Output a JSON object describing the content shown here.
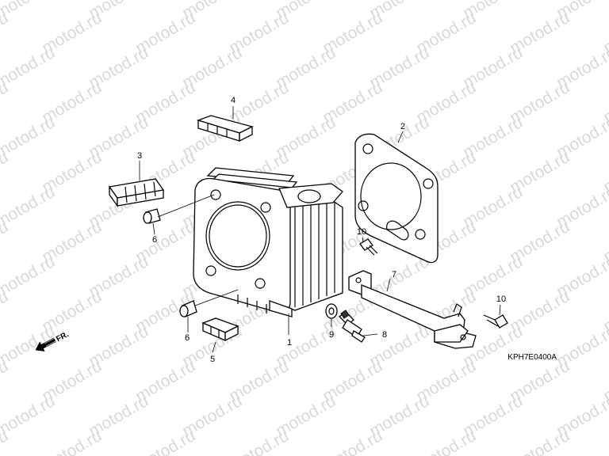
{
  "watermark": {
    "text": "motod.ru"
  },
  "diagram_code": "KPH7E0400A",
  "direction_label": "FR.",
  "callouts": [
    {
      "id": "1",
      "label": "1"
    },
    {
      "id": "2",
      "label": "2"
    },
    {
      "id": "3",
      "label": "3"
    },
    {
      "id": "4",
      "label": "4"
    },
    {
      "id": "5",
      "label": "5"
    },
    {
      "id": "6a",
      "label": "6"
    },
    {
      "id": "6b",
      "label": "6"
    },
    {
      "id": "7",
      "label": "7"
    },
    {
      "id": "8",
      "label": "8"
    },
    {
      "id": "9",
      "label": "9"
    },
    {
      "id": "10a",
      "label": "10"
    },
    {
      "id": "10b",
      "label": "10"
    }
  ],
  "icons": {
    "direction": "forward-arrow-icon"
  }
}
